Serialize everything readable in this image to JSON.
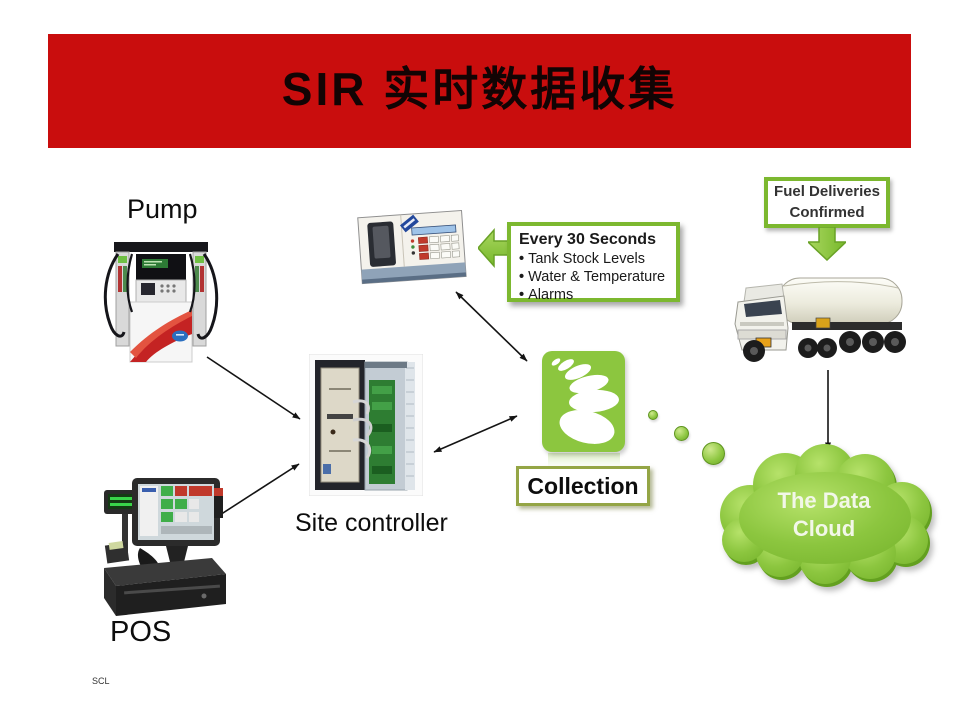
{
  "slide": {
    "title": "SIR 实时数据收集",
    "footer": "SCL"
  },
  "pump": {
    "label": "Pump"
  },
  "site_controller": {
    "label": "Site controller"
  },
  "pos": {
    "label": "POS"
  },
  "callout": {
    "title": "Every 30 Seconds",
    "bullets": [
      "Tank Stock Levels",
      "Water & Temperature",
      "Alarms"
    ]
  },
  "fuel_delivery": {
    "line1": "Fuel Deliveries",
    "line2": "Confirmed"
  },
  "collection": {
    "label": "Collection"
  },
  "data_cloud": {
    "line1": "The Data",
    "line2": "Cloud"
  },
  "icons": {
    "callout_arrow": "green-arrow-left-icon",
    "delivery_arrow": "green-arrow-down-icon",
    "collection_logo": "collection-petals-logo"
  },
  "colors": {
    "banner_red": "#C90D0D",
    "accent_green": "#7CB82F",
    "logo_green": "#8CC63F",
    "label_border_olive": "#94A545",
    "arrow_black": "#141414"
  }
}
